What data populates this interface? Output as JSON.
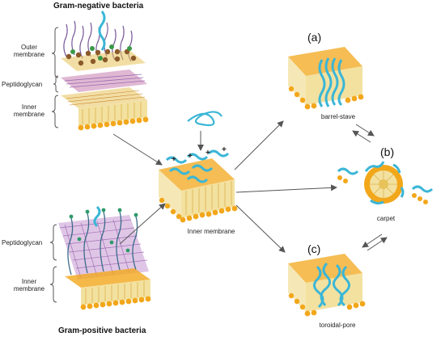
{
  "titles": {
    "gram_negative": "Gram-negative bacteria",
    "gram_positive": "Gram-positive bacteria"
  },
  "gram_negative_layers": {
    "outer_membrane": "Outer membrane",
    "peptidoglycan": "Peptidoglycan",
    "inner_membrane": "Inner membrane"
  },
  "gram_positive_layers": {
    "peptidoglycan": "Peptidoglycan",
    "inner_membrane": "Inner membrane"
  },
  "center": {
    "label": "Inner membrane",
    "charges": [
      "+",
      "+",
      "+",
      "+"
    ]
  },
  "mechanisms": {
    "a": {
      "letter": "(a)",
      "name": "barrel-stave"
    },
    "b": {
      "letter": "(b)",
      "name": "carpet"
    },
    "c": {
      "letter": "(c)",
      "name": "toroidal-pore"
    }
  },
  "colors": {
    "head": "#f2a71b",
    "tail": "#e8c35a",
    "peptide": "#3bb6d6",
    "peptidoglycan": "#b48cc8",
    "lps": "#7a5a9a",
    "arrow": "#555555"
  }
}
